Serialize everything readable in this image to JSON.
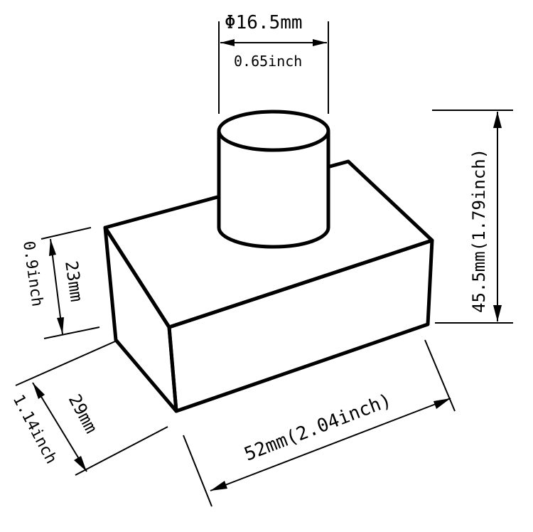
{
  "diagram": {
    "dimensions": {
      "diameter_mm": "Φ16.5mm",
      "diameter_inch": "0.65inch",
      "height_total": "45.5mm(1.79inch)",
      "height_box_mm": "23mm",
      "height_box_inch": "0.9inch",
      "depth_mm": "29mm",
      "depth_inch": "1.14inch",
      "width": "52mm(2.04inch)"
    },
    "colors": {
      "line": "#000000",
      "background": "#ffffff"
    }
  }
}
